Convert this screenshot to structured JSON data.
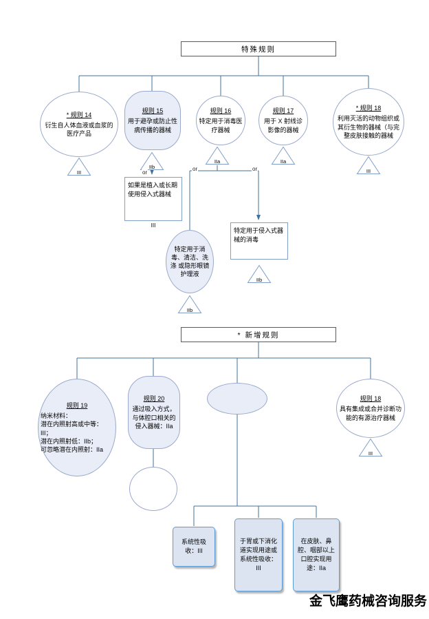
{
  "sections": {
    "special": {
      "title": "特殊规则"
    },
    "new_rules": {
      "title": "* 新增规则"
    }
  },
  "rules": {
    "r14": {
      "title": "* 规则 14",
      "body": "衍生自人体血液或血浆的医疗产品",
      "grade": "III"
    },
    "r15": {
      "title": "规则 15",
      "body": "用于避孕或防止性病传播的器械",
      "grade": "IIb"
    },
    "r15b": {
      "body": "如果是植入或长期使用侵入式器械",
      "grade": "III"
    },
    "r16": {
      "title": "规则 16",
      "body": "特定用于消毒医疗器械",
      "grade": "IIa"
    },
    "r16a": {
      "body": "特定用于消毒、清洁、洗涤 或隐形眼镜护理液",
      "grade": "IIb"
    },
    "r16b": {
      "body": "特定用于侵入式器械的消毒",
      "grade": "IIb"
    },
    "r17": {
      "title": "规则 17",
      "body": "用于 X 射线诊影像的器械",
      "grade": "IIa"
    },
    "r18": {
      "title": "* 规则 18",
      "body": "利用灭活的动物组织或其衍生物的器械（与完整皮肤接触的器械",
      "grade": "III"
    },
    "r19": {
      "title": "规则 19",
      "body": "纳米材料：\n潜在内照射高或中等：III；\n潜在内照射低：IIb；\n可忽略潜在内照射：IIa"
    },
    "r20": {
      "title": "规则 20",
      "body": "通过吸入方式，与体腔口相关的侵入器械：IIa"
    },
    "r21": {
      "title": "规则 18",
      "body": "具有集成或合并诊断功能的有源治疗器械",
      "grade": "III"
    }
  },
  "outcomes": [
    {
      "text": "系统性吸收：III"
    },
    {
      "text": "于胃或下消化道实现用途或系统性吸收：III"
    },
    {
      "text": "在皮肤、鼻腔、咽部以上口腔实现用途：IIa"
    }
  ],
  "labels": {
    "or": "or"
  },
  "watermark": "金飞鹰药械咨询服务",
  "colors": {
    "line": "#41719C",
    "shape_border": "#9AA9CC",
    "tint_fill": "#E9EDF7",
    "outcome_fill": "#DCE4F2",
    "outcome_border": "#5B9BD5"
  }
}
